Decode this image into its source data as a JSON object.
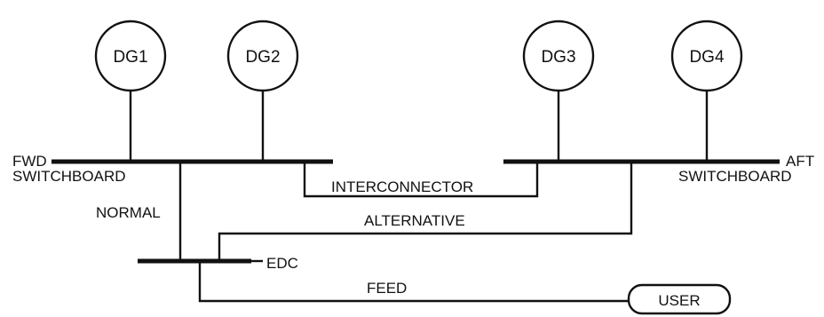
{
  "generators": [
    {
      "id": "dg1",
      "label": "DG1"
    },
    {
      "id": "dg2",
      "label": "DG2"
    },
    {
      "id": "dg3",
      "label": "DG3"
    },
    {
      "id": "dg4",
      "label": "DG4"
    }
  ],
  "forward_switchboard": {
    "line1": "FWD",
    "line2": "SWITCHBOARD"
  },
  "aft_switchboard": {
    "line1": "AFT",
    "line2": "SWITCHBOARD"
  },
  "links": {
    "interconnector": "INTERCONNECTOR",
    "normal": "NORMAL",
    "alternative": "ALTERNATIVE",
    "feed": "FEED"
  },
  "edc": {
    "label": "EDC"
  },
  "user": {
    "label": "USER"
  }
}
